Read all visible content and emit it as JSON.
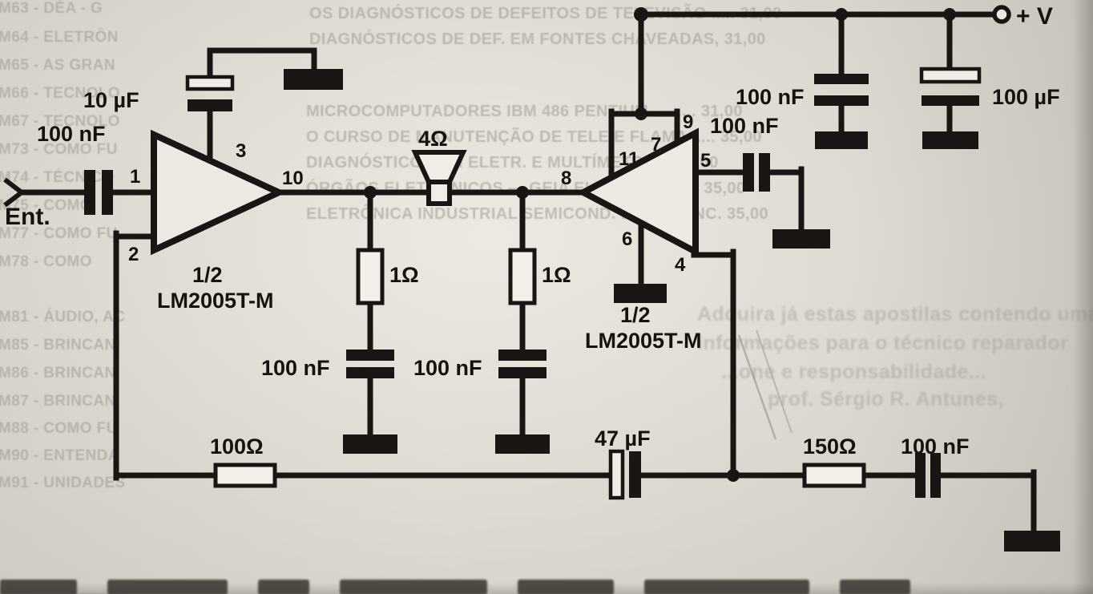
{
  "page": {
    "power_rail_label": "+ V",
    "input_label": "Ent."
  },
  "amp1": {
    "half": "1/2",
    "part": "LM2005T-M",
    "pins": {
      "p1": "1",
      "p2": "2",
      "p3": "3",
      "p10": "10"
    }
  },
  "amp2": {
    "half": "1/2",
    "part": "LM2005T-M",
    "pins": {
      "p4": "4",
      "p5": "5",
      "p6": "6",
      "p7": "7",
      "p8": "8",
      "p9": "9",
      "p11": "11"
    }
  },
  "components": {
    "input_cap": "100 nF",
    "bootstrap_cap": "10 µF",
    "speaker": "4Ω",
    "zobel_r1": "1Ω",
    "zobel_c1": "100 nF",
    "zobel_r2": "1Ω",
    "zobel_c2": "100 nF",
    "supply_cap_small": "100 nF",
    "supply_cap_big": "100 µF",
    "output_cap": "100 nF",
    "fb_resistor": "100Ω",
    "fb_cap": "47 µF",
    "fb_resistor2": "150Ω",
    "fb_cap2": "100 nF"
  },
  "bleed": {
    "left_list": [
      "M63 - DÉA - G",
      "M64 - ELETRÔN",
      "M65 - AS GRAN",
      "M66 - TECNOLO",
      "M67 - TECNOLO",
      "M73 - COMO FU",
      "M74 - TÉCNICO",
      "M75 - COMO",
      "M77 - COMO FU",
      "M78 - COMO",
      "M81 - ÁUDIO, AC",
      "M85 - BRINCANI",
      "M86 - BRINCAN",
      "M87 - BRINCAN",
      "M88 - COMO FU",
      "M90 - ENTENDA",
      "M91 - UNIDADES"
    ],
    "catalog_top": [
      "OS DIAGNÓSTICOS DE DEFEITOS DE TELEVISÃO ..... 31,00",
      "DIAGNÓSTICOS DE DEF. EM FONTES CHAVEADAS, 31,00"
    ],
    "catalog_mid": [
      "MICROCOMPUTADORES IBM 486 PENTIUM ......... 31,00",
      "O CURSO DE MANUTENÇÃO DE TELE E FLAMA ..... 35,00",
      "DIAGNÓSTICOS EM ELETR. E MULTÍMETROS, 31,00",
      "ÓRGÃOS ELETRÔNICOS — GEIA ELETRÔNICA P. 35,00",
      "ELETRÔNICA INDUSTRIAL SEMICOND. DE POTENC. 35,00"
    ],
    "promo": [
      "Adquira já estas apostilas contendo uma série",
      "informações para o técnico reparador",
      "...one e responsabilidade...",
      "prof. Sérgio R. Antunes,"
    ]
  }
}
